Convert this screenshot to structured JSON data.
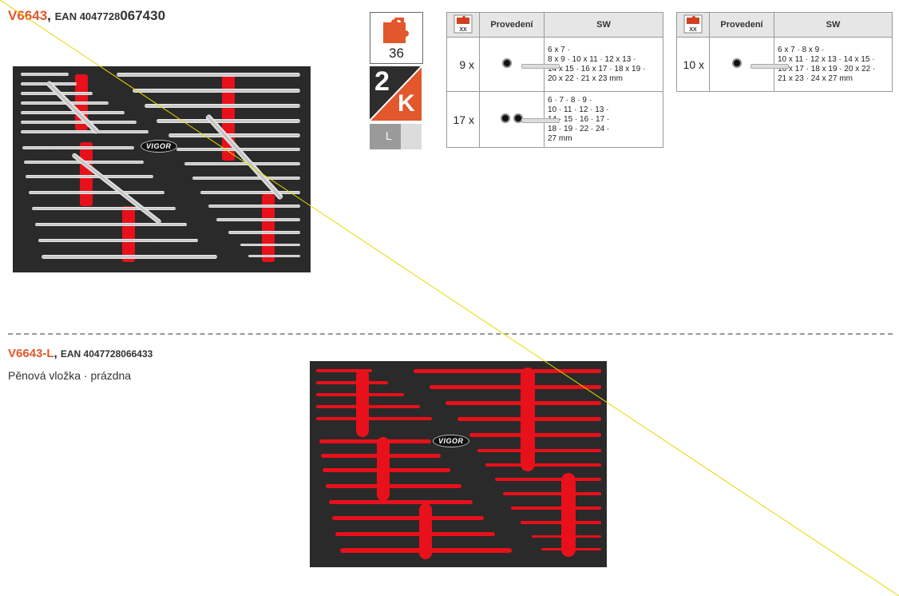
{
  "product1": {
    "code": "V6643",
    "sep": ",",
    "ean_label": "EAN 4047728",
    "ean_tail": "067430"
  },
  "product2": {
    "code": "V6643-L",
    "sep": ",",
    "ean_label": "EAN 4047728066433",
    "subtitle": "Pěnová vložka · prázdna"
  },
  "brand": "VIGOR",
  "badges": {
    "pieces": "36",
    "row2_num": "2",
    "row2_letter": "K",
    "size": "L"
  },
  "icons": {
    "xx_label": "XX"
  },
  "table1": {
    "headers": [
      "Provedení",
      "SW"
    ],
    "rows": [
      {
        "qty": "9 x",
        "sw": [
          "6 x 7 ·",
          "8 x 9 · 10 x 11 · 12 x 13 ·",
          "14 x 15 · 16 x 17 · 18 x 19 ·",
          "20 x 22 · 21 x 23 mm"
        ]
      },
      {
        "qty": "17 x",
        "sw": [
          "6 · 7 · 8 · 9 ·",
          "10 · 11 · 12 · 13 ·",
          "14 · 15 · 16 · 17 ·",
          "18 · 19 · 22 · 24 ·",
          "27 mm"
        ]
      }
    ]
  },
  "table2": {
    "headers": [
      "Provedení",
      "SW"
    ],
    "rows": [
      {
        "qty": "10 x",
        "sw": [
          "6 x 7 · 8 x 9 ·",
          "10 x 11 · 12 x 13 · 14 x 15 ·",
          "16 x 17 · 18 x 19 · 20 x 22 ·",
          "21 x 23 · 24 x 27 mm"
        ]
      }
    ]
  },
  "colors": {
    "accent": "#e2572b",
    "foam": "#2a2a2a",
    "slot": "#e8101a"
  }
}
